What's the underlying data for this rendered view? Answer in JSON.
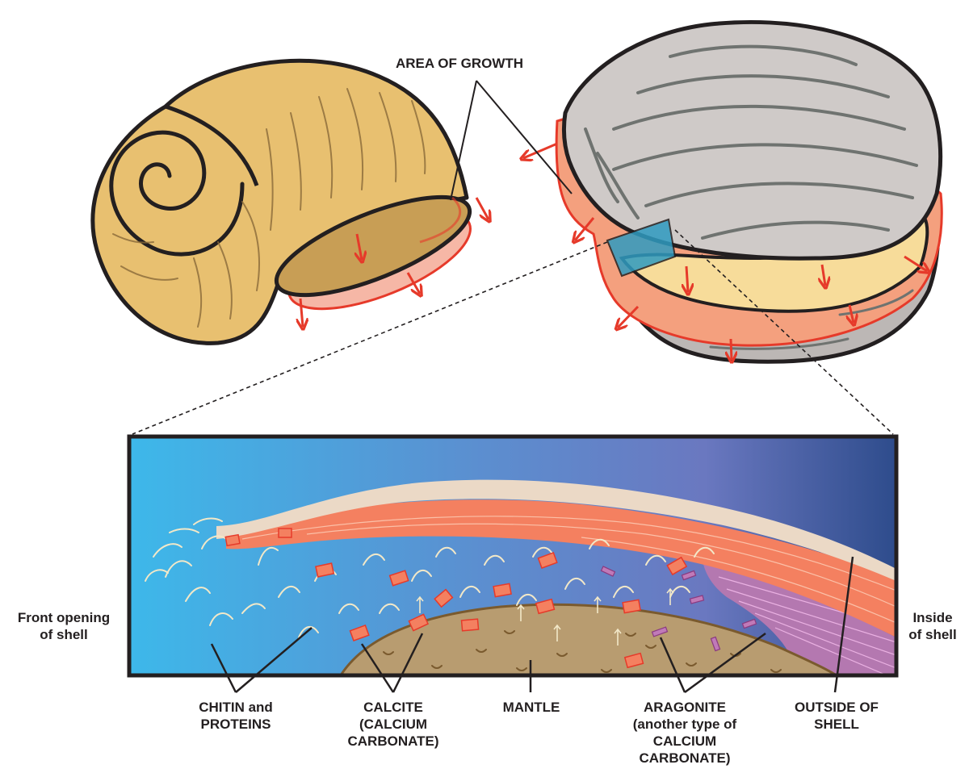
{
  "labels": {
    "area_of_growth": "AREA OF GROWTH",
    "front_opening": [
      "Front opening",
      "of shell"
    ],
    "inside_shell": [
      "Inside",
      "of shell"
    ],
    "chitin": [
      "CHITIN and",
      "PROTEINS"
    ],
    "calcite": [
      "CALCITE",
      "(CALCIUM",
      "CARBONATE)"
    ],
    "mantle": "MANTLE",
    "aragonite": [
      "ARAGONITE",
      "(another type of",
      "CALCIUM",
      "CARBONATE)"
    ],
    "outside": [
      "OUTSIDE OF",
      "SHELL"
    ]
  },
  "colors": {
    "snail_shell": "#e8c070",
    "clam_shell": "#cfcac8",
    "growth_pink": "#f6b7a6",
    "growth_orange": "#f4a07e",
    "arrow_red": "#e63a2a",
    "outline": "#231f20",
    "panel_left": "#3db8ea",
    "panel_mid": "#5b8fd0",
    "panel_right": "#2e4c8c",
    "shell_layer": "#ebd9c6",
    "calcite": "#f48060",
    "aragonite": "#c07ab8",
    "mantle": "#b89c70",
    "fibers": "#f2e8c8"
  },
  "icons": [
    "snail-shell-icon",
    "clam-shell-icon",
    "growth-arrow-icon"
  ]
}
